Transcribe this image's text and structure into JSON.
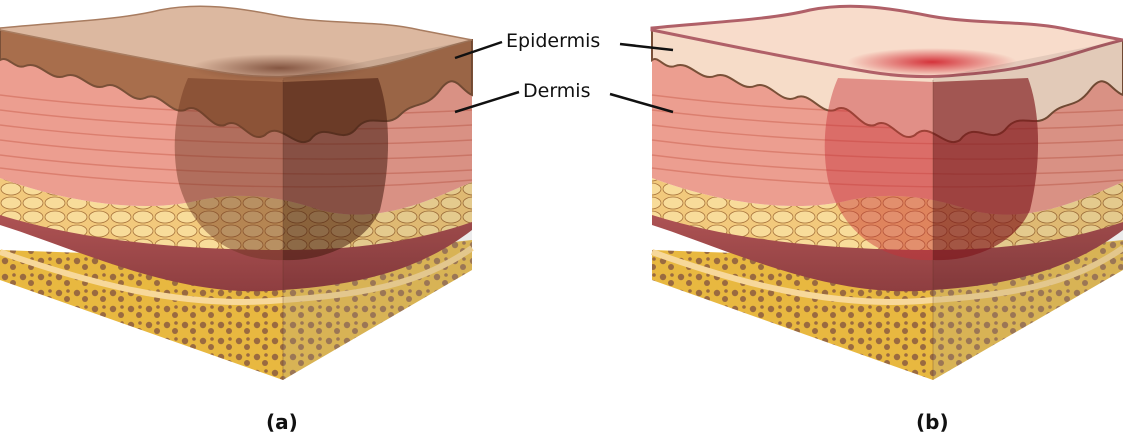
{
  "figure": {
    "panels": [
      {
        "id": "a",
        "label": "(a)",
        "description": "Skin cross-section with dark brown pigmented lesion through epidermis and dermis"
      },
      {
        "id": "b",
        "label": "(b)",
        "description": "Skin cross-section with red inflamed lesion through epidermis and dermis"
      }
    ],
    "callouts": [
      {
        "label": "Epidermis"
      },
      {
        "label": "Dermis"
      }
    ],
    "colors": {
      "epidermis_top_a": "#dcb8a0",
      "epidermis_a": "#a06a48",
      "lesion_a": "#5a2a18",
      "epidermis_top_b": "#f6dcc8",
      "epidermis_line_b": "#b06068",
      "lesion_b": "#c0303a",
      "dermis": "#e8998a",
      "fat": "#f2c97c",
      "muscle": "#a04a4a",
      "bone": "#e8b840",
      "bone_spots": "#9a6a40"
    }
  }
}
